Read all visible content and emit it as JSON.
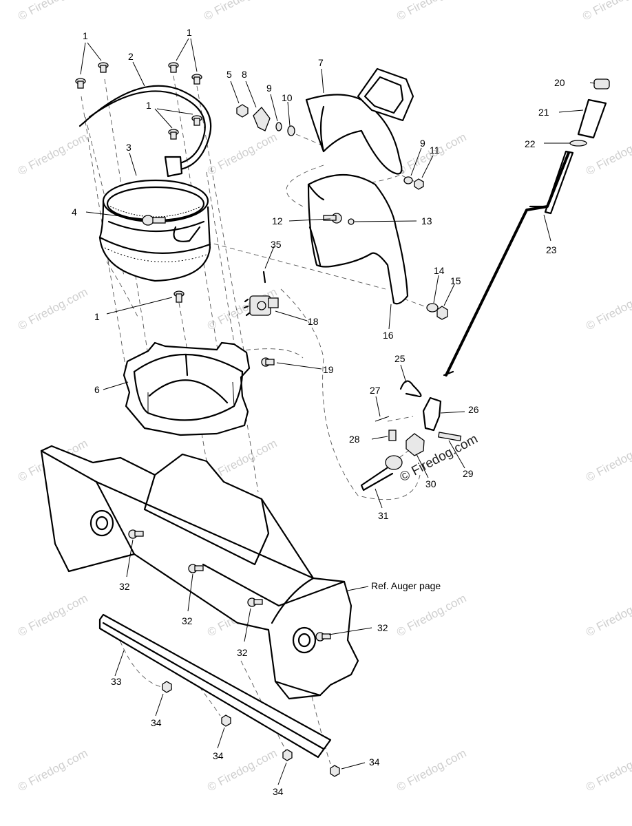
{
  "watermark": "© Firedog.com",
  "reference_note": "Ref. Auger page",
  "callouts": {
    "c1a": "1",
    "c1b": "1",
    "c1c": "1",
    "c1d": "1",
    "c2": "2",
    "c3": "3",
    "c4": "4",
    "c5": "5",
    "c6": "6",
    "c7": "7",
    "c8": "8",
    "c9a": "9",
    "c9b": "9",
    "c10": "10",
    "c11": "11",
    "c12": "12",
    "c13": "13",
    "c14": "14",
    "c15": "15",
    "c16": "16",
    "c18": "18",
    "c19": "19",
    "c20": "20",
    "c21": "21",
    "c22": "22",
    "c23": "23",
    "c25": "25",
    "c26": "26",
    "c27": "27",
    "c28": "28",
    "c29": "29",
    "c30": "30",
    "c31": "31",
    "c32a": "32",
    "c32b": "32",
    "c32c": "32",
    "c32d": "32",
    "c33": "33",
    "c34a": "34",
    "c34b": "34",
    "c34c": "34",
    "c34d": "34",
    "c35": "35"
  }
}
